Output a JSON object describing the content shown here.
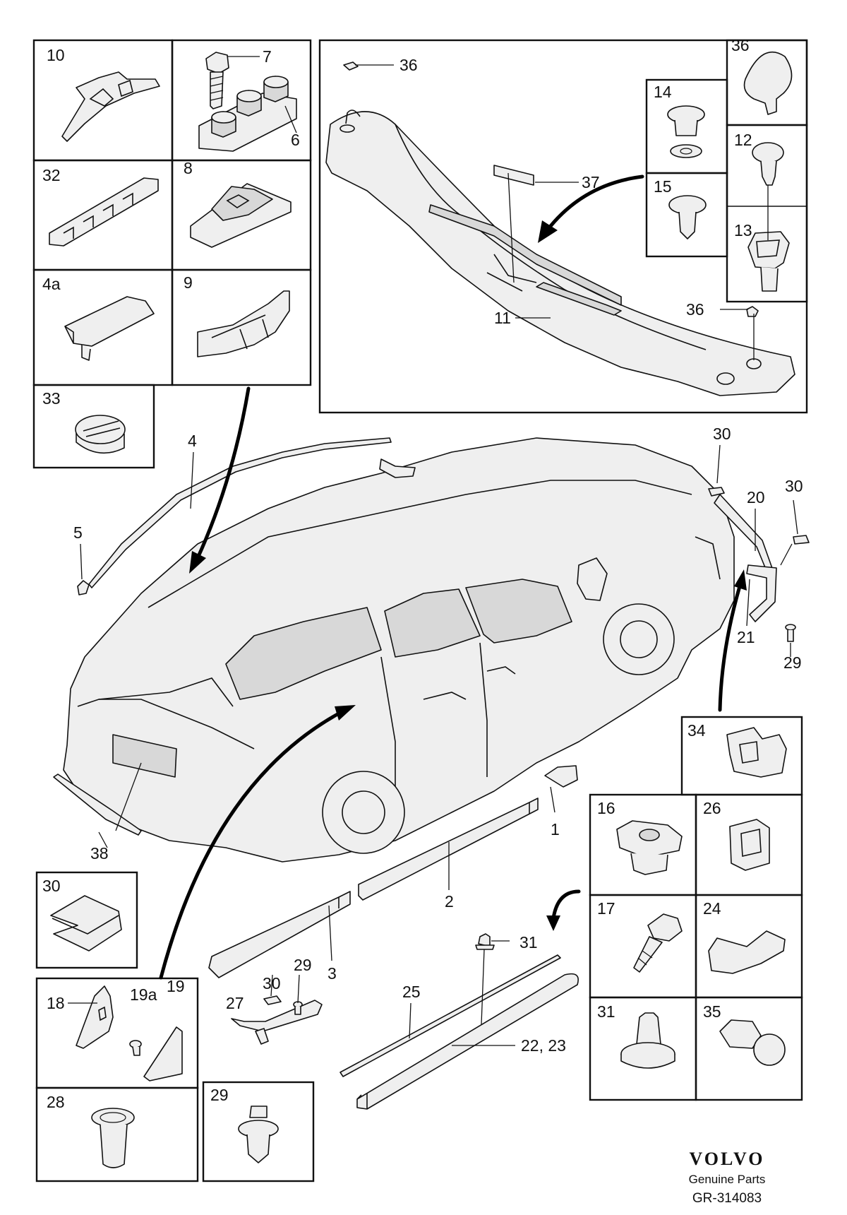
{
  "brand": {
    "logo_text": "VOLVO",
    "subtitle": "Genuine Parts",
    "diagram_code": "GR-314083"
  },
  "callouts": [
    {
      "id": "c10",
      "label": "10"
    },
    {
      "id": "c7",
      "label": "7"
    },
    {
      "id": "c6",
      "label": "6"
    },
    {
      "id": "c32",
      "label": "32"
    },
    {
      "id": "c8",
      "label": "8"
    },
    {
      "id": "c4a",
      "label": "4a"
    },
    {
      "id": "c9",
      "label": "9"
    },
    {
      "id": "c33",
      "label": "33"
    },
    {
      "id": "c36a",
      "label": "36"
    },
    {
      "id": "c36b",
      "label": "36"
    },
    {
      "id": "c36c",
      "label": "36"
    },
    {
      "id": "c14",
      "label": "14"
    },
    {
      "id": "c12",
      "label": "12"
    },
    {
      "id": "c37",
      "label": "37"
    },
    {
      "id": "c15",
      "label": "15"
    },
    {
      "id": "c13",
      "label": "13"
    },
    {
      "id": "c11",
      "label": "11"
    },
    {
      "id": "c4",
      "label": "4"
    },
    {
      "id": "c5",
      "label": "5"
    },
    {
      "id": "c30a",
      "label": "30"
    },
    {
      "id": "c30b",
      "label": "30"
    },
    {
      "id": "c20",
      "label": "20"
    },
    {
      "id": "c21",
      "label": "21"
    },
    {
      "id": "c29a",
      "label": "29"
    },
    {
      "id": "c34",
      "label": "34"
    },
    {
      "id": "c1",
      "label": "1"
    },
    {
      "id": "c16",
      "label": "16"
    },
    {
      "id": "c26",
      "label": "26"
    },
    {
      "id": "c38",
      "label": "38"
    },
    {
      "id": "c2",
      "label": "2"
    },
    {
      "id": "c17",
      "label": "17"
    },
    {
      "id": "c24",
      "label": "24"
    },
    {
      "id": "c30c",
      "label": "30"
    },
    {
      "id": "c31a",
      "label": "31"
    },
    {
      "id": "c29b",
      "label": "29"
    },
    {
      "id": "c3",
      "label": "3"
    },
    {
      "id": "c30d",
      "label": "30"
    },
    {
      "id": "c25",
      "label": "25"
    },
    {
      "id": "c18",
      "label": "18"
    },
    {
      "id": "c19a",
      "label": "19a"
    },
    {
      "id": "c19",
      "label": "19"
    },
    {
      "id": "c27",
      "label": "27"
    },
    {
      "id": "c2223",
      "label": "22, 23"
    },
    {
      "id": "c31b",
      "label": "31"
    },
    {
      "id": "c35",
      "label": "35"
    },
    {
      "id": "c28",
      "label": "28"
    },
    {
      "id": "c29c",
      "label": "29"
    }
  ]
}
